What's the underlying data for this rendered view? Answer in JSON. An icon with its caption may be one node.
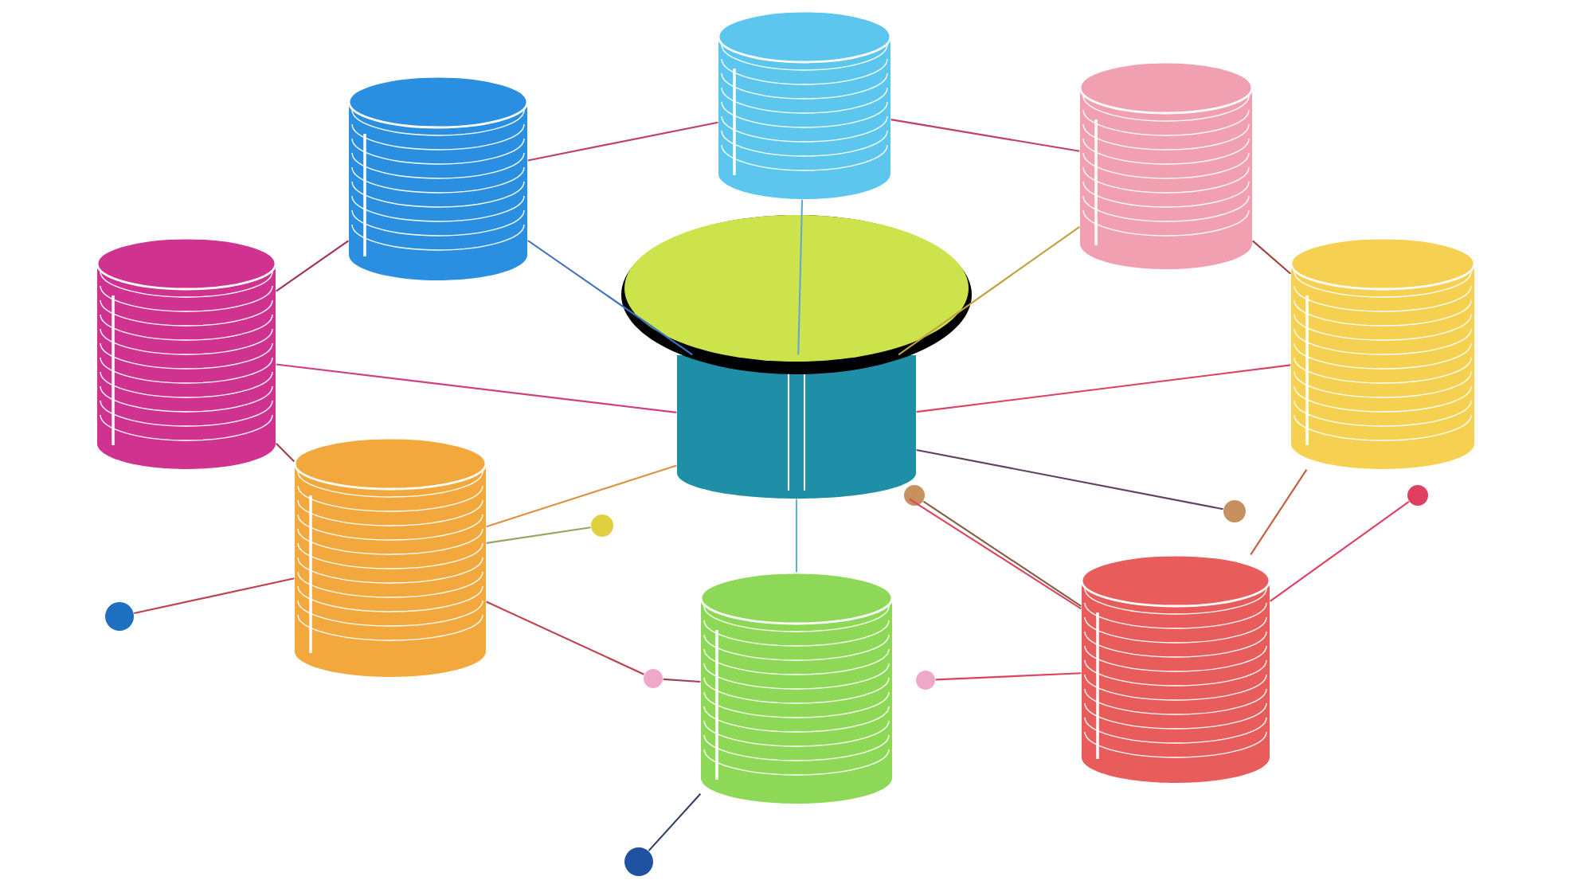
{
  "diagram": {
    "nodes": [
      {
        "text": [],
        "shape": "cylinder"
      },
      {
        "text": [],
        "shape": "cylinder"
      },
      {
        "text": [],
        "shape": "cylinder"
      },
      {
        "text": [],
        "shape": "cylinder"
      },
      {
        "text": [],
        "shape": "cylinder"
      },
      {
        "text": [],
        "shape": "cylinder"
      },
      {
        "text": [],
        "shape": "cylinder"
      },
      {
        "text": [],
        "shape": "cylinder"
      },
      {
        "text": [],
        "shape": "cylinder"
      },
      {
        "text": [],
        "shape": "circle"
      },
      {
        "text": [],
        "shape": "circle"
      },
      {
        "text": [],
        "shape": "circle"
      },
      {
        "text": [],
        "shape": "circle"
      },
      {
        "text": [],
        "shape": "circle"
      },
      {
        "text": [],
        "shape": "circle"
      },
      {
        "text": [],
        "shape": "circle"
      },
      {
        "text": [],
        "shape": "circle"
      }
    ],
    "edges": [
      {
        "from": 0,
        "to": 1,
        "arrow": "none",
        "color": "#3a70c0"
      },
      {
        "from": 0,
        "to": 2,
        "arrow": "none",
        "color": "#60a8d0"
      },
      {
        "from": 0,
        "to": 3,
        "arrow": "none",
        "color": "#c0a040"
      },
      {
        "from": 0,
        "to": 4,
        "arrow": "none",
        "color": "#d04080"
      },
      {
        "from": 0,
        "to": 5,
        "arrow": "none",
        "color": "#e04060"
      },
      {
        "from": 0,
        "to": 6,
        "arrow": "none",
        "color": "#e09040"
      },
      {
        "from": 0,
        "to": 7,
        "arrow": "none",
        "color": "#60b0d0"
      },
      {
        "from": 0,
        "to": 8,
        "arrow": "none",
        "color": "#e04060"
      },
      {
        "from": 1,
        "to": 2,
        "arrow": "none",
        "color": "#c04060"
      },
      {
        "from": 1,
        "to": 4,
        "arrow": "none",
        "color": "#a03060"
      },
      {
        "from": 2,
        "to": 3,
        "arrow": "none",
        "color": "#c04060"
      },
      {
        "from": 3,
        "to": 5,
        "arrow": "none",
        "color": "#a04040"
      },
      {
        "from": 4,
        "to": 6,
        "arrow": "none",
        "color": "#a04040"
      },
      {
        "from": 6,
        "to": 9,
        "arrow": "none",
        "color": "#a0a060"
      },
      {
        "from": 6,
        "to": 10,
        "arrow": "none",
        "color": "#c04050"
      },
      {
        "from": 6,
        "to": 11,
        "arrow": "none",
        "color": "#c04050"
      },
      {
        "from": 11,
        "to": 7,
        "arrow": "none",
        "color": "#a04050"
      },
      {
        "from": 7,
        "to": 12,
        "arrow": "none",
        "color": "#304060"
      },
      {
        "from": 8,
        "to": 13,
        "arrow": "none",
        "color": "#e04060"
      },
      {
        "from": 8,
        "to": 14,
        "arrow": "none",
        "color": "#806040"
      },
      {
        "from": 0,
        "to": 15,
        "arrow": "none",
        "color": "#604060"
      },
      {
        "from": 8,
        "to": 16,
        "arrow": "none",
        "color": "#e04060"
      },
      {
        "from": 5,
        "to": 8,
        "arrow": "none",
        "color": "#c06040"
      }
    ]
  }
}
